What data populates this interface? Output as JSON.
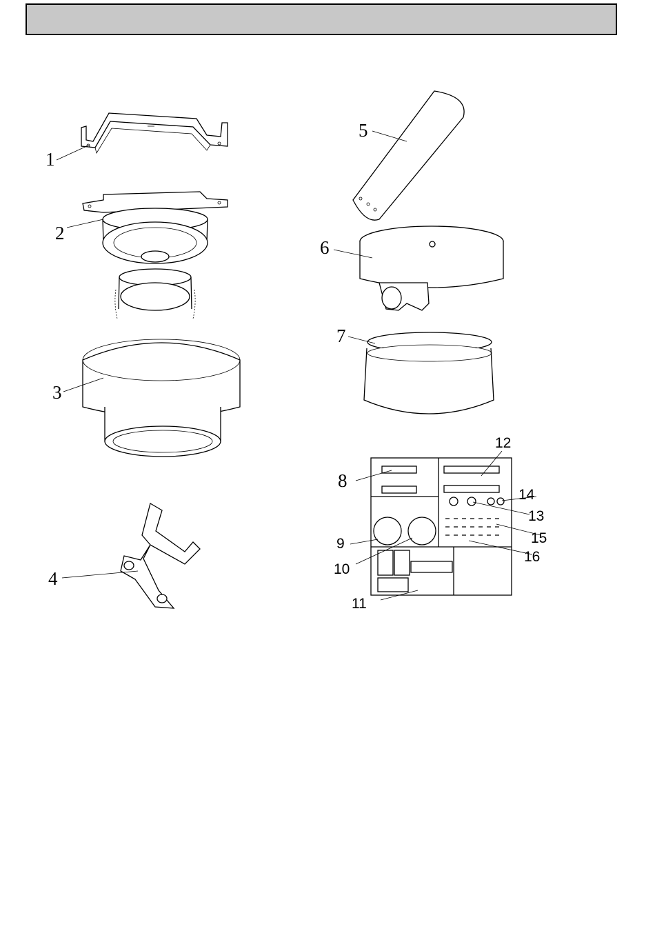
{
  "header": {
    "title": ""
  },
  "parts": {
    "p1": "1",
    "p2": "2",
    "p3": "3",
    "p4": "4",
    "p5": "5",
    "p6": "6",
    "p7": "7",
    "p8": "8",
    "p9": "9",
    "p10": "10",
    "p11": "11",
    "p12": "12",
    "p13": "13",
    "p14": "14",
    "p15": "15",
    "p16": "16"
  }
}
